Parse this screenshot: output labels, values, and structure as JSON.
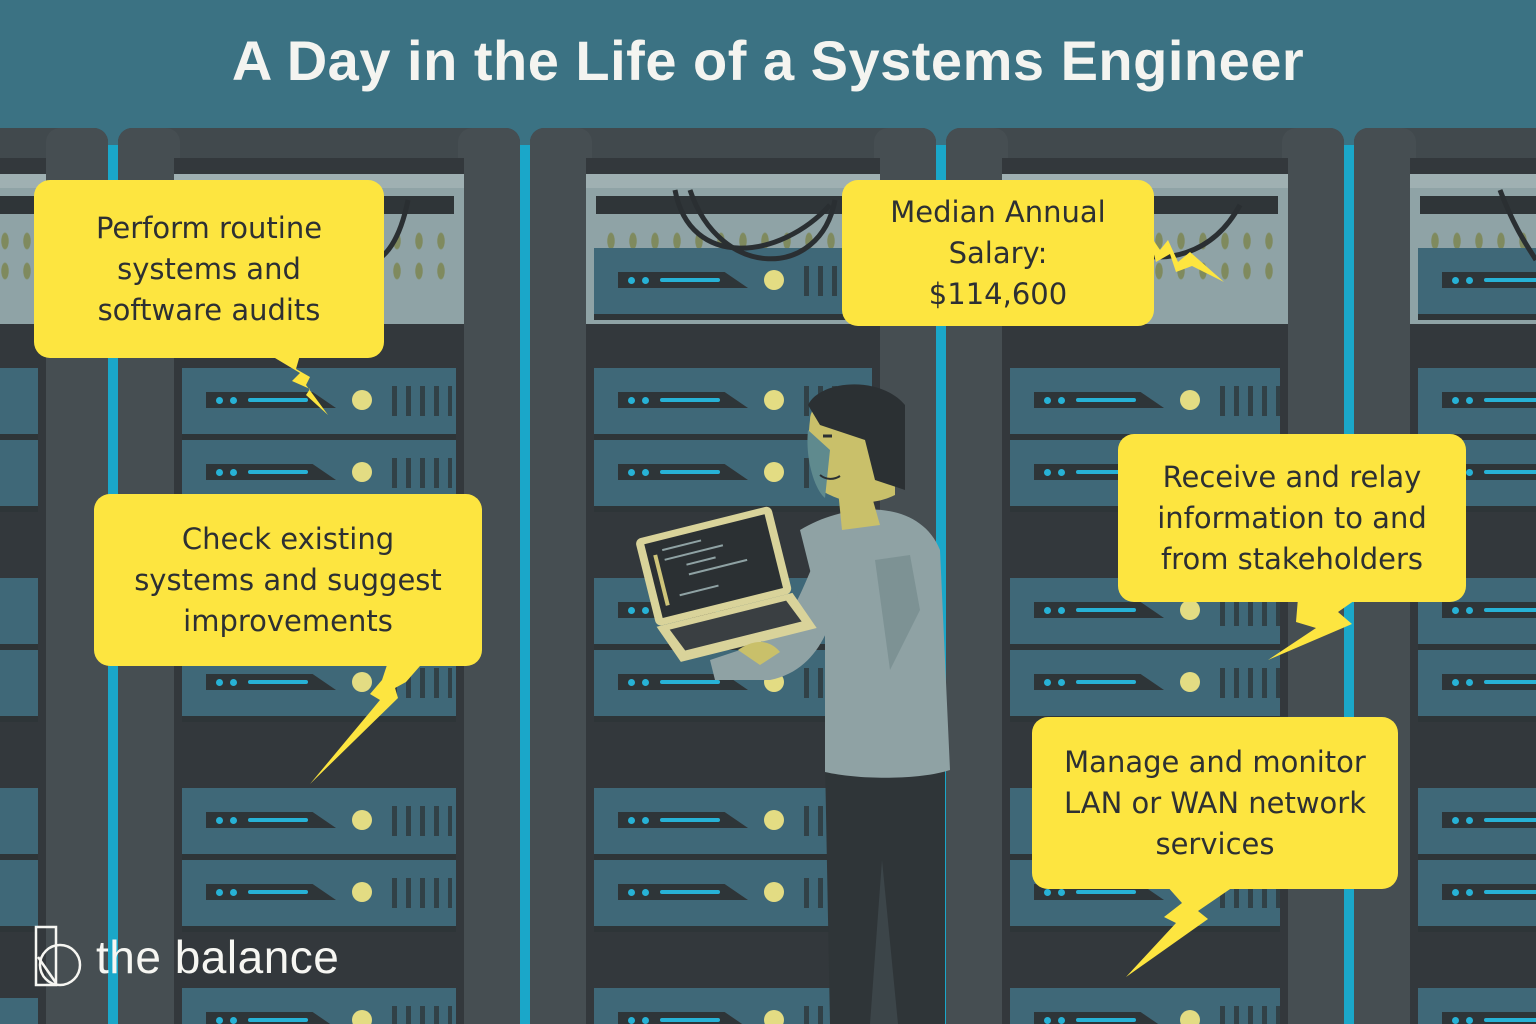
{
  "title": "A Day in the Life of a Systems Engineer",
  "colors": {
    "background": "#3b7283",
    "rack": "#41494d",
    "rack_inner": "#33383c",
    "server_unit": "#3f6878",
    "accent_blue": "#1aa7c9",
    "bubble_yellow": "#fde540",
    "led_yellow": "#e3dc83",
    "text_dark": "#2d3033",
    "title_text": "#f4f4f0"
  },
  "callouts": [
    {
      "id": "audits",
      "text": "Perform routine\nsystems and\nsoftware audits"
    },
    {
      "id": "salary",
      "label": "Median Annual\nSalary:",
      "value": "$114,600",
      "text": "Median Annual\nSalary:\n$114,600"
    },
    {
      "id": "improvements",
      "text": "Check existing\nsystems and suggest\nimprovements"
    },
    {
      "id": "stakeholders",
      "text": "Receive and relay\ninformation to and\nfrom stakeholders"
    },
    {
      "id": "network",
      "text": "Manage and monitor\nLAN or WAN network\nservices"
    }
  ],
  "illustration": {
    "subject": "systems engineer holding laptop",
    "setting": "server racks"
  },
  "brand": {
    "logo_icon": "the-balance-logo-icon",
    "wordmark": "the balance"
  }
}
